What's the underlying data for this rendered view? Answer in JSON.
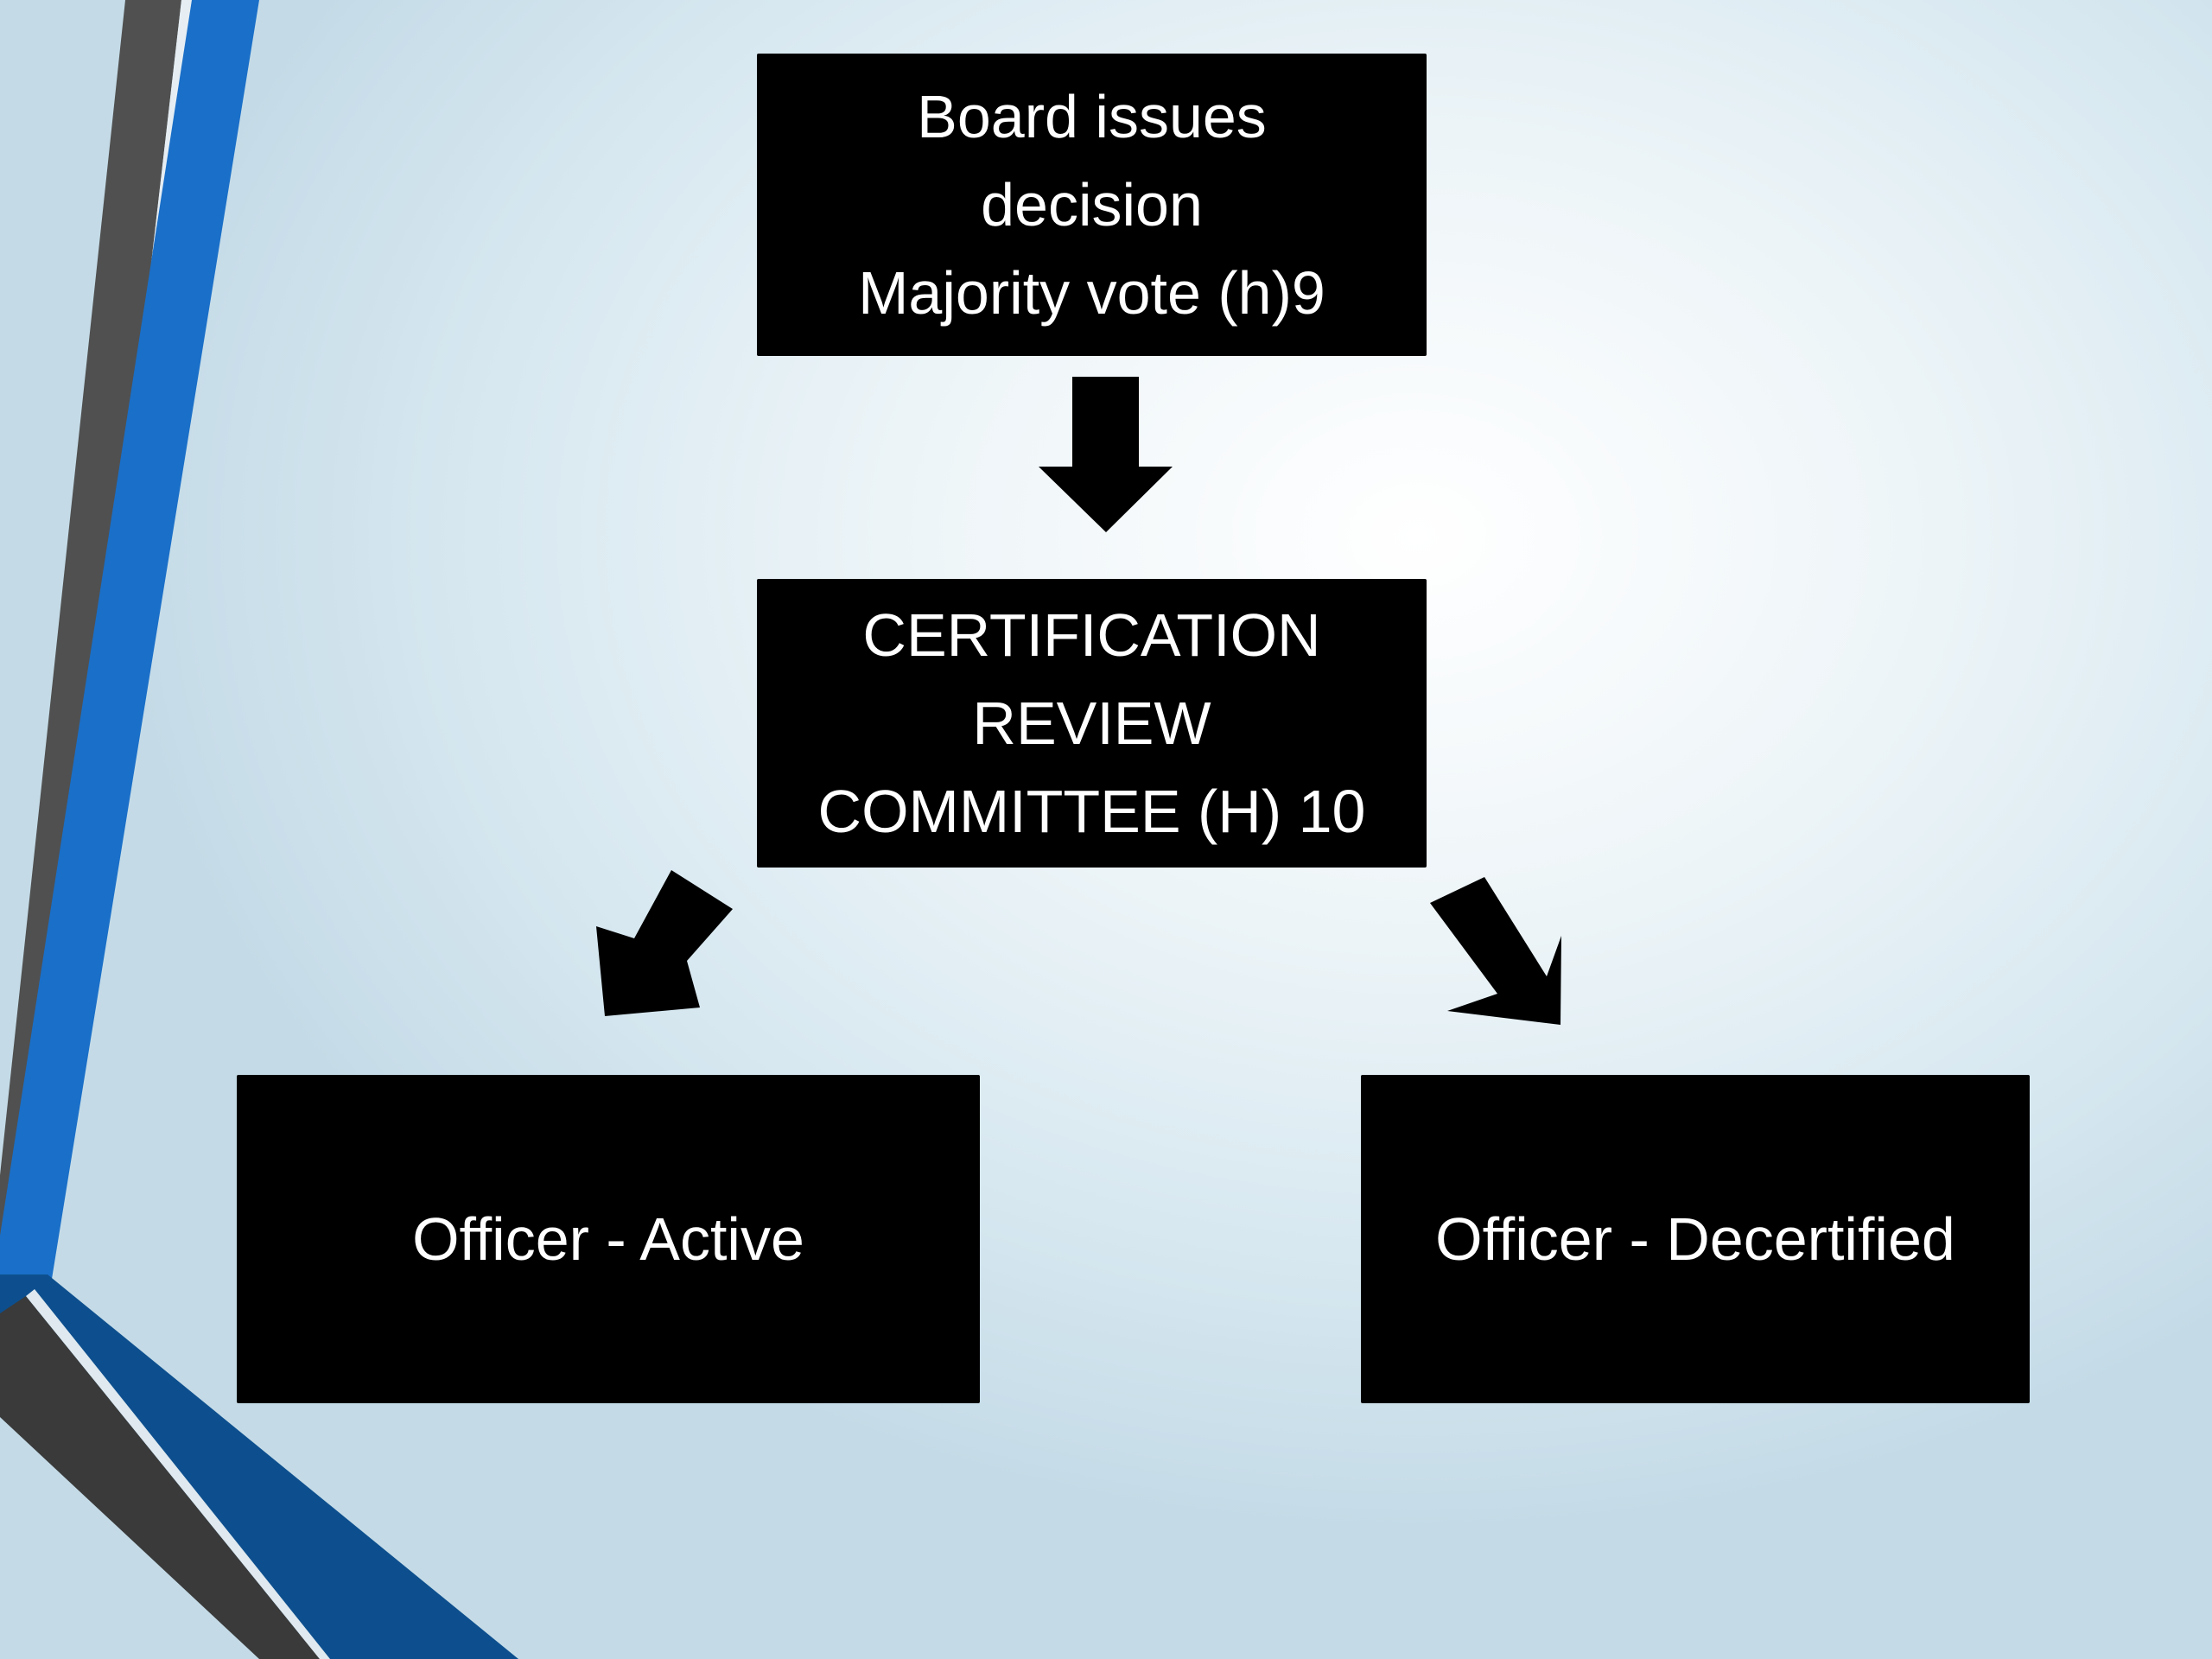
{
  "diagram": {
    "nodes": [
      {
        "id": "board",
        "text": "Board issues\ndecision\nMajority vote (h)9"
      },
      {
        "id": "crc",
        "text": "CERTIFICATION\nREVIEW\nCOMMITTEE (H) 10"
      },
      {
        "id": "active",
        "text": "Officer - Active"
      },
      {
        "id": "decertified",
        "text": "Officer - Decertified"
      }
    ],
    "edges": [
      {
        "from": "board",
        "to": "crc"
      },
      {
        "from": "crc",
        "to": "active"
      },
      {
        "from": "crc",
        "to": "decertified"
      }
    ]
  },
  "theme": {
    "box_color": "#000000",
    "text_color": "#ffffff",
    "arrow_color": "#000000",
    "accent_blue": "#1a6fc8",
    "accent_gray": "#4a4a4a",
    "accent_dark_blue": "#0d4f8e"
  }
}
